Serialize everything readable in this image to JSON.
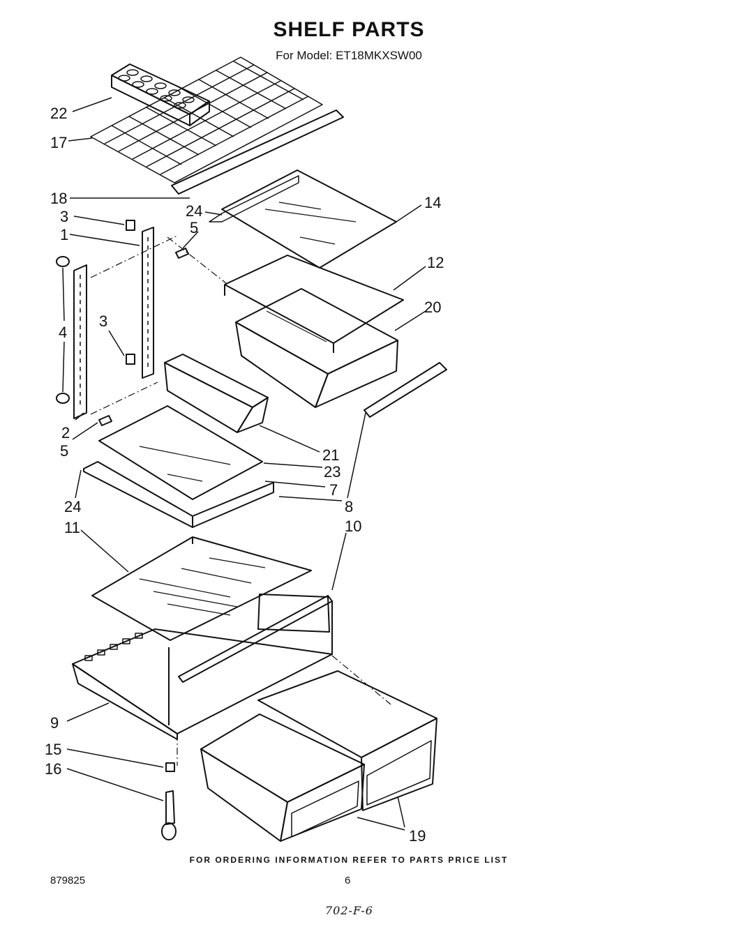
{
  "title": "SHELF PARTS",
  "subtitle": "For Model: ET18MKXSW00",
  "callouts": [
    "22",
    "17",
    "18",
    "24",
    "14",
    "3",
    "5",
    "1",
    "12",
    "4",
    "20",
    "3",
    "2",
    "5",
    "21",
    "23",
    "7",
    "24",
    "8",
    "11",
    "10",
    "9",
    "15",
    "16",
    "19"
  ],
  "footer_note": "FOR ORDERING INFORMATION REFER TO PARTS PRICE LIST",
  "doc_number": "879825",
  "page_number": "6",
  "handwritten_note": "702-F-6"
}
